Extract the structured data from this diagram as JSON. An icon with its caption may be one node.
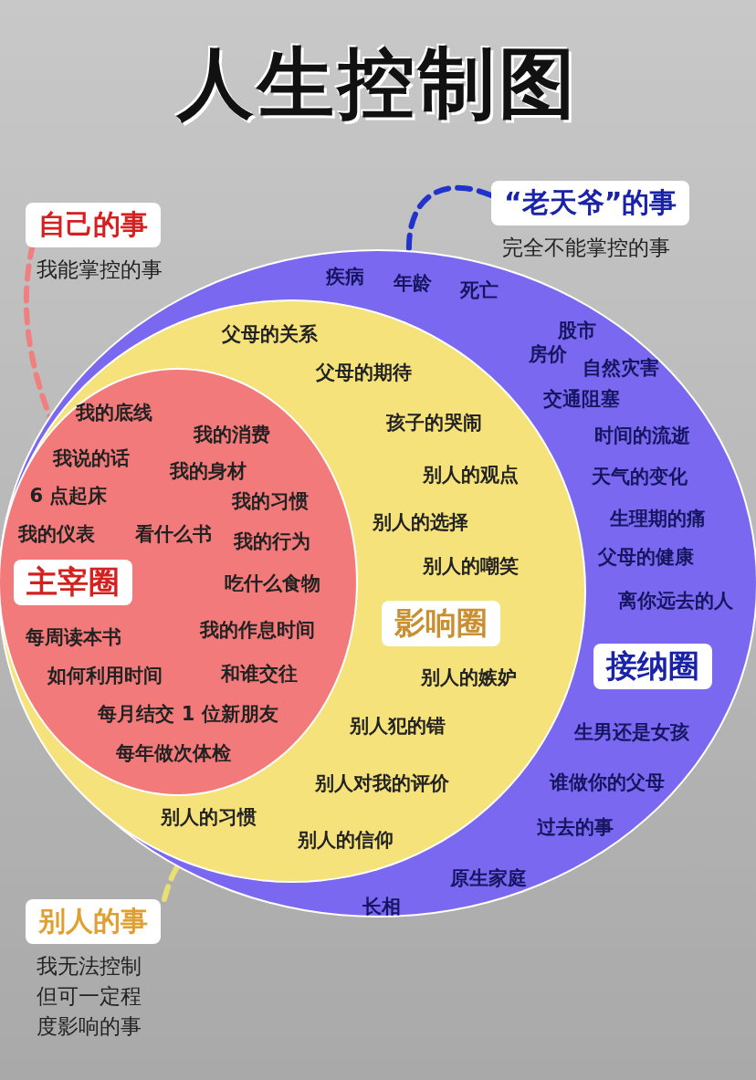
{
  "diagram": {
    "title": "人生控制图",
    "nodes": [
      {
        "text": [
          "自己的事",
          "我能掌控的事"
        ]
      },
      {
        "text": [
          "“老天爷”的事",
          "完全不能掌控的事"
        ]
      },
      {
        "text": [
          "疾病",
          "年龄",
          "死亡",
          "股市",
          "房价",
          "自然灾害",
          "交通阻塞",
          "时间的流逝",
          "天气的变化",
          "生理期的痛",
          "父母的健康",
          "离你远去的人",
          "生男还是女孩",
          "谁做你的父母",
          "过去的事",
          "原生家庭",
          "长相"
        ]
      },
      {
        "text": [
          "父母的关系",
          "父母的期待",
          "孩子的哭闹",
          "别人的观点",
          "别人的选择",
          "别人的嘲笑",
          "别人的嫉妒",
          "别人犯的错",
          "别人对我的评价",
          "别人的习惯",
          "别人的信仰"
        ],
        "in": 2
      },
      {
        "text": [
          "我的底线",
          "我的消费",
          "我说的话",
          "我的身材",
          "6 点起床",
          "我的习惯",
          "我的仪表",
          "看什么书",
          "我的行为",
          "吃什么食物",
          "每周读本书",
          "我的作息时间",
          "如何利用时间",
          "和谁交往",
          "每月结交 1 位新朋友",
          "每年做次体检"
        ],
        "in": 3
      },
      {
        "text": [
          "主宰圈"
        ],
        "in": 4
      },
      {
        "text": [
          "影响圈"
        ],
        "in": 3
      },
      {
        "text": [
          "接纳圈"
        ],
        "in": 2
      },
      {
        "text": [
          "别人的事",
          "我无法控制但可一定程度影响的事"
        ]
      }
    ],
    "edges": [
      {
        "from": 0,
        "to": 4,
        "arrow": "none",
        "style": "dashed",
        "color": "#f08080"
      },
      {
        "from": 1,
        "to": 2,
        "arrow": "none",
        "style": "dashed",
        "color": "#2233cc"
      },
      {
        "from": 8,
        "to": 3,
        "arrow": "none",
        "style": "dashed",
        "color": "#e8e070"
      }
    ]
  }
}
